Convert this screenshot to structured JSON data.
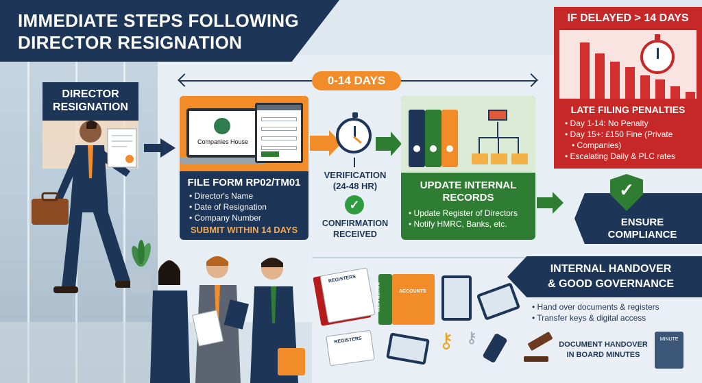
{
  "title": {
    "line1": "IMMEDIATE STEPS FOLLOWING",
    "line2": "DIRECTOR RESIGNATION"
  },
  "director_box": {
    "line1": "DIRECTOR",
    "line2": "RESIGNATION"
  },
  "timeline": {
    "label": "0-14 DAYS"
  },
  "file_form": {
    "brand": "Companies House",
    "title": "FILE FORM RP02/TM01",
    "bullets": [
      "Director's Name",
      "Date of Resignation",
      "Company Number"
    ],
    "submit": "SUBMIT WITHIN 14 DAYS"
  },
  "verification": {
    "line1": "VERIFICATION",
    "line2": "(24-48 HR)",
    "confirm1": "CONFIRMATION",
    "confirm2": "RECEIVED",
    "check": "✓"
  },
  "update_records": {
    "line1": "UPDATE INTERNAL",
    "line2": "RECORDS",
    "bullets": [
      "Update Register of Directors",
      "Notify HMRC, Banks, etc."
    ]
  },
  "ensure": {
    "line1": "ENSURE",
    "line2": "COMPLIANCE",
    "check": "✓"
  },
  "delay": {
    "header": "IF DELAYED > 14 DAYS",
    "subheader": "LATE FILING PENALTIES",
    "bullets": [
      "Day 1-14: No Penalty",
      "Day 15+: £150 Fine (Private",
      "Companies)",
      "Escalating Daily & PLC rates"
    ]
  },
  "handover": {
    "line1": "INTERNAL HANDOVER",
    "line2": "& GOOD GOVERNANCE",
    "bullets": [
      "Hand over documents & registers",
      "Transfer keys & digital access"
    ],
    "minutes1": "DOCUMENT HANDOVER",
    "minutes2": "IN BOARD MINUTES",
    "book_label": "MINUTE",
    "doc_labels": [
      "REGISTERS",
      "CONTRACTS",
      "ACCOUNTS",
      "REGISTERS"
    ]
  },
  "colors": {
    "navy": "#1d3557",
    "orange": "#f28c28",
    "green": "#2e7d32",
    "red": "#c62828"
  }
}
